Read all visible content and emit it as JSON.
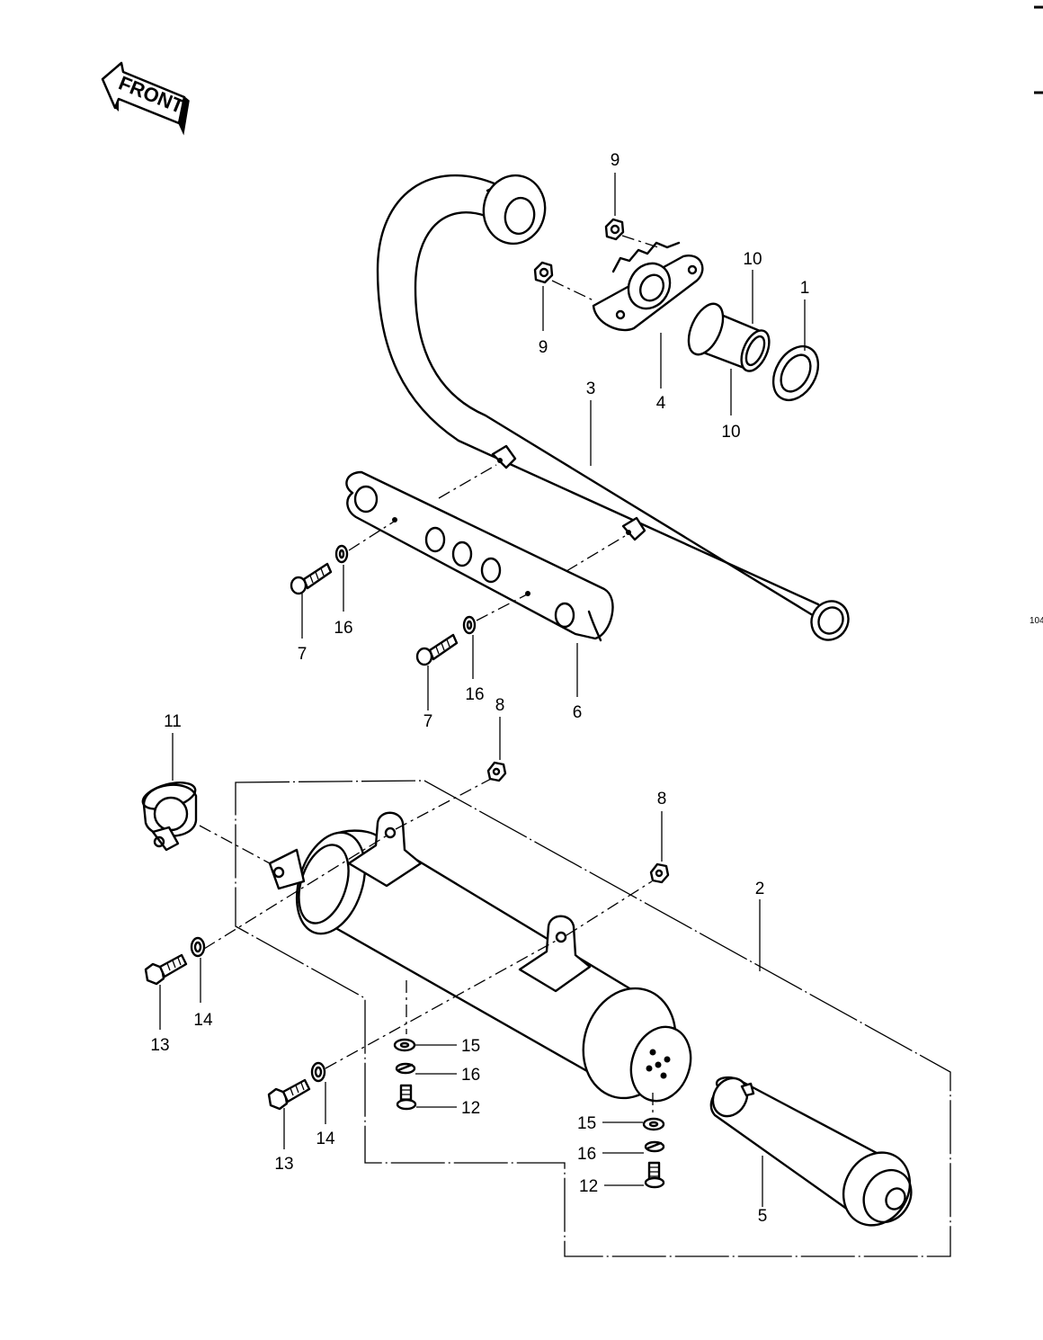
{
  "front_label": "FRONT",
  "side_mark": "104",
  "callouts": {
    "c1": "1",
    "c2": "2",
    "c3": "3",
    "c4": "4",
    "c5": "5",
    "c6": "6",
    "c7a": "7",
    "c7b": "7",
    "c8a": "8",
    "c8b": "8",
    "c9a": "9",
    "c9b": "9",
    "c10a": "10",
    "c10b": "10",
    "c11": "11",
    "c12a": "12",
    "c12b": "12",
    "c13a": "13",
    "c13b": "13",
    "c14a": "14",
    "c14b": "14",
    "c15a": "15",
    "c15b": "15",
    "c16a": "16",
    "c16b": "16",
    "c16c": "16",
    "c16d": "16"
  }
}
